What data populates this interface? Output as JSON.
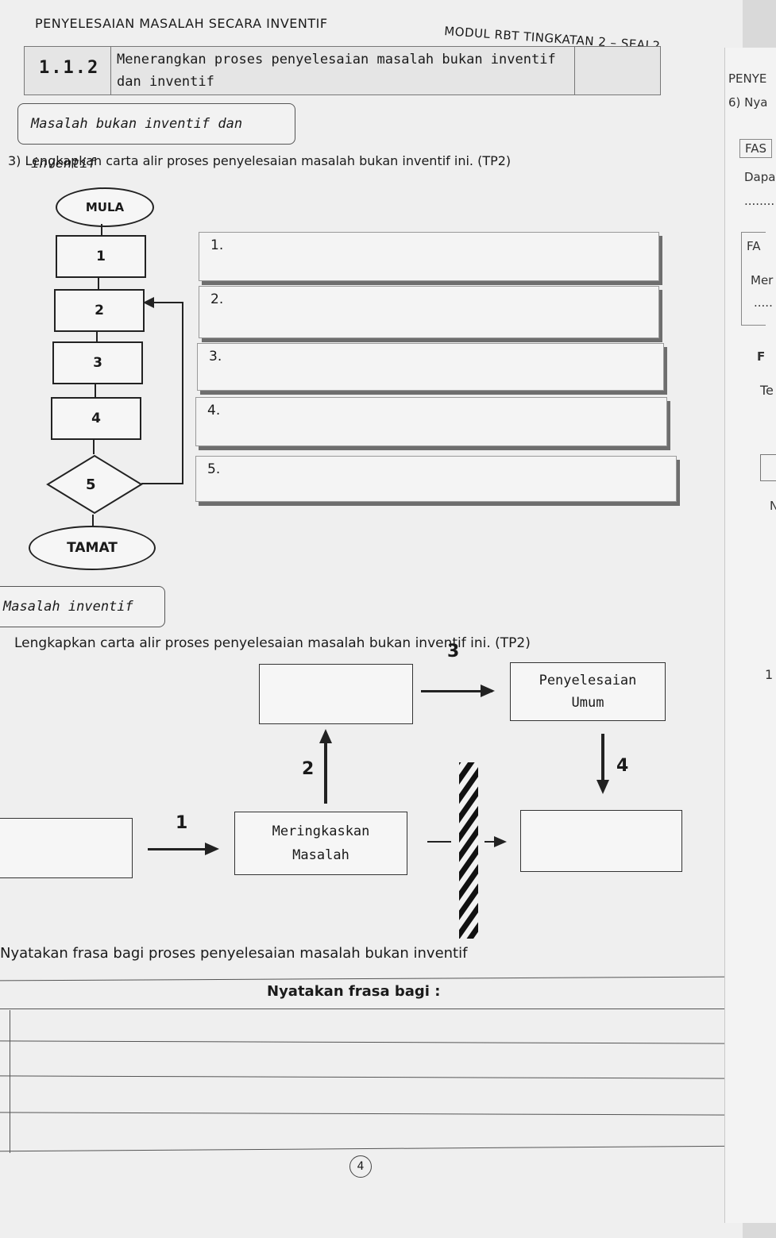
{
  "header": {
    "left": "PENYELESAIAN MASALAH SECARA INVENTIF",
    "right": "MODUL RBT TINGKATAN 2 – SEAL2"
  },
  "topic": {
    "code": "1.1.2",
    "line1": "Menerangkan proses penyelesaian masalah bukan inventif",
    "line2": "dan inventif"
  },
  "section1": {
    "tab": "Masalah bukan inventif dan inventif",
    "question": "3)  Lengkapkan carta alir proses penyelesaian masalah bukan inventif ini. (TP2)",
    "flow": {
      "start": "MULA",
      "end": "TAMAT",
      "steps": [
        "1",
        "2",
        "3",
        "4",
        "5"
      ]
    },
    "answers": [
      "1.",
      "2.",
      "3.",
      "4.",
      "5."
    ]
  },
  "section2": {
    "tab": "Masalah inventif",
    "question": "Lengkapkan carta alir proses penyelesaian masalah bukan inventif ini. (TP2)",
    "box_umum": [
      "Penyelesaian",
      "Umum"
    ],
    "box_masalah": [
      "Meringkaskan",
      "Masalah"
    ],
    "arrows": [
      "1",
      "2",
      "3",
      "4"
    ]
  },
  "section3": {
    "question": "Nyatakan frasa bagi  proses penyelesaian masalah bukan inventif",
    "table_header": "Nyatakan frasa bagi :",
    "page_mark": "4"
  },
  "right_page": {
    "title": "PENYE",
    "q6": "6)  Nya",
    "fas": "FAS",
    "dapa": "Dapa",
    "dots1": "........",
    "fa": "FA",
    "mer": "Mer",
    "dots2": ".....",
    "f": "F",
    "te": "Te",
    "n": "N",
    "one": "1"
  }
}
